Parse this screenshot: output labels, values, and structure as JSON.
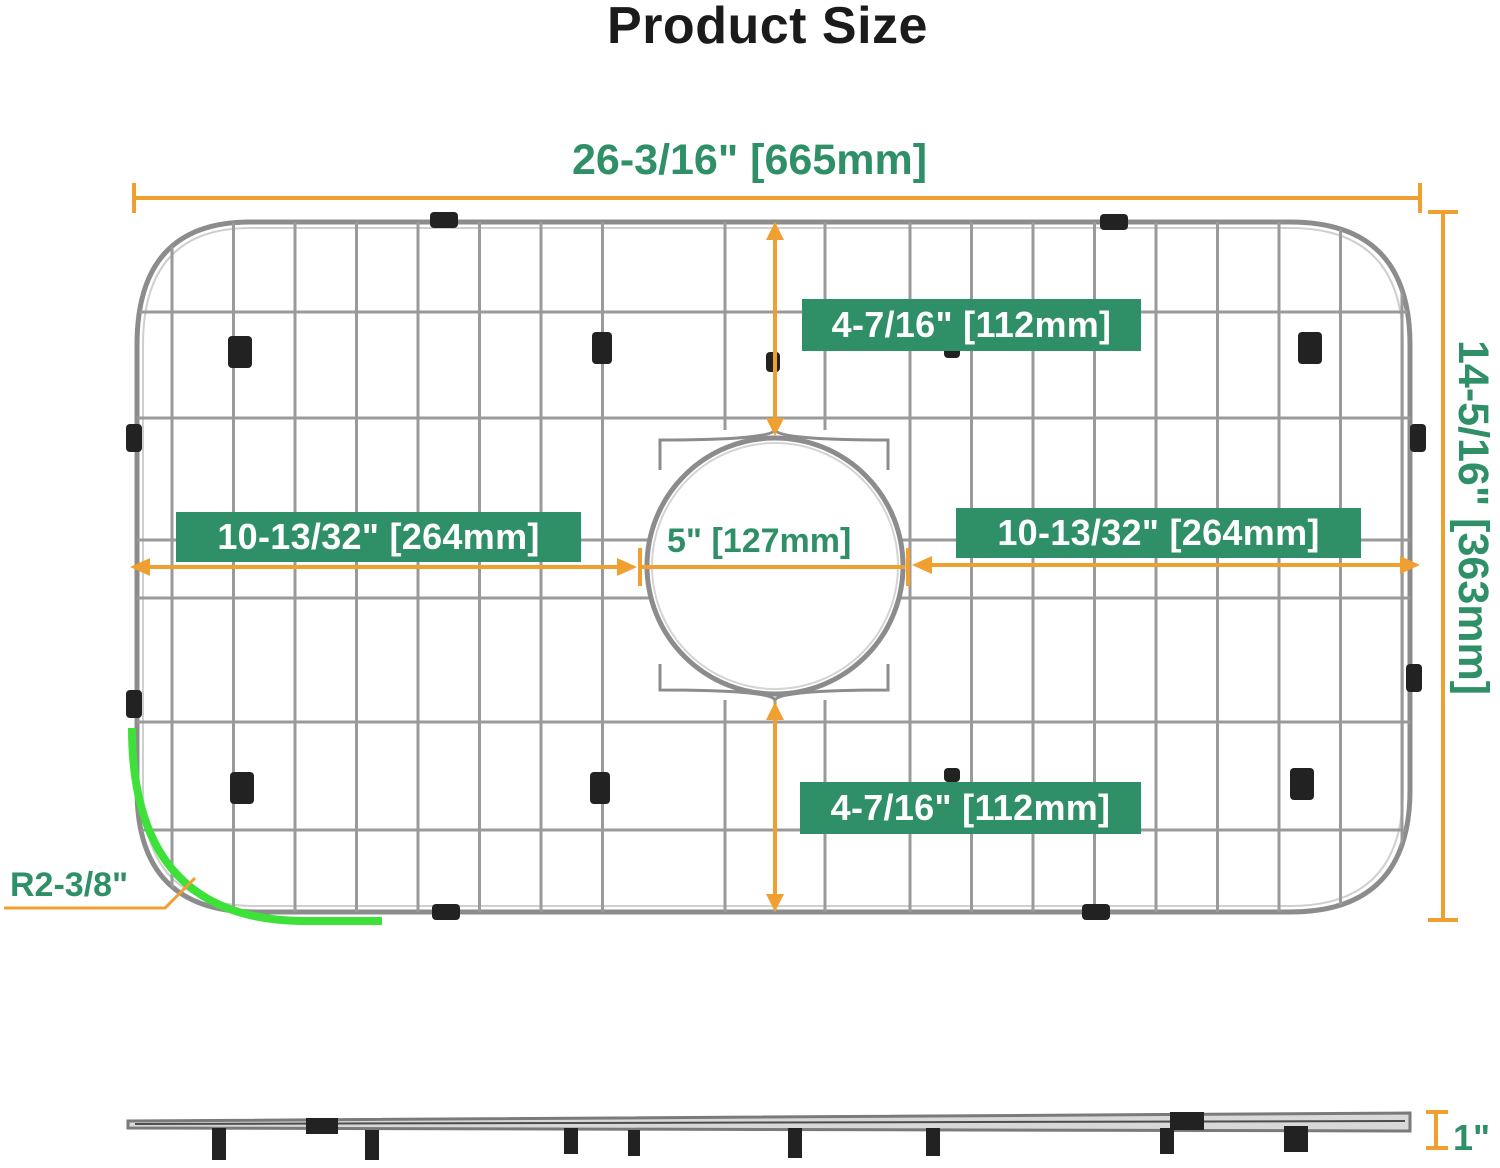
{
  "title": "Product Size",
  "labels": {
    "overall_width": "26-3/16\" [665mm]",
    "overall_height": "14-5/16\" [363mm]",
    "top_center": "4-7/16\" [112mm]",
    "bottom_center": "4-7/16\" [112mm]",
    "left_width": "10-13/32\" [264mm]",
    "right_width": "10-13/32\" [264mm]",
    "hole_diameter": "5\" [127mm]",
    "corner_radius": "R2-3/8\"",
    "rack_height": "1\""
  },
  "colors": {
    "dimension_line": "#f0a030",
    "label_box": "#2f8f66",
    "label_text": "#2f8f66",
    "radius_highlight": "#3ee03a",
    "wire": "#9a9a9a",
    "bumper": "#222222"
  }
}
